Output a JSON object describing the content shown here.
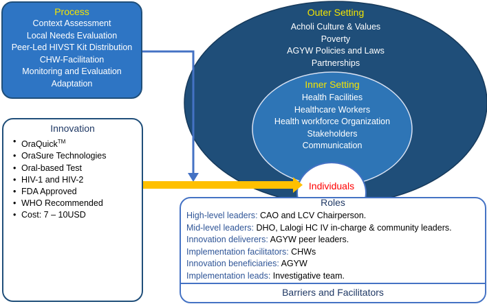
{
  "process": {
    "title": "Process",
    "items": [
      "Context Assessment",
      "Local Needs Evaluation",
      "Peer-Led HIVST Kit Distribution",
      "CHW-Facilitation",
      "Monitoring and Evaluation",
      "Adaptation"
    ]
  },
  "innovation": {
    "title": "Innovation",
    "items": [
      {
        "text": "OraQuick",
        "sup": "TM"
      },
      {
        "text": "OraSure Technologies",
        "sup": ""
      },
      {
        "text": "Oral-based Test",
        "sup": ""
      },
      {
        "text": "HIV-1 and HIV-2",
        "sup": ""
      },
      {
        "text": "FDA Approved",
        "sup": ""
      },
      {
        "text": "WHO Recommended",
        "sup": ""
      },
      {
        "text": "Cost: 7 – 10USD",
        "sup": ""
      }
    ]
  },
  "outer_setting": {
    "title": "Outer Setting",
    "items": [
      "Acholi Culture & Values",
      "Poverty",
      "AGYW Policies and Laws",
      "Partnerships"
    ]
  },
  "inner_setting": {
    "title": "Inner Setting",
    "items": [
      "Health Facilities",
      "Healthcare Workers",
      "Health workforce Organization",
      "Stakeholders",
      "Communication"
    ]
  },
  "individuals": {
    "title": "Individuals",
    "subtitle": "Roles",
    "roles": [
      {
        "label": "High-level leaders",
        "text": "CAO and LCV Chairperson."
      },
      {
        "label": "Mid-level leaders",
        "text": "DHO, Lalogi HC IV in-charge & community leaders."
      },
      {
        "label": "Innovation deliverers",
        "text": "AGYW peer leaders."
      },
      {
        "label": "Implementation facilitators",
        "text": "CHWs"
      },
      {
        "label": "Innovation beneficiaries",
        "text": "AGYW"
      },
      {
        "label": "Implementation leads",
        "text": "Investigative team."
      }
    ],
    "footer": "Barriers and Facilitators"
  },
  "colors": {
    "process_fill": "#2e75c4",
    "outer_fill": "#1f4e79",
    "inner_fill": "#2e75b6",
    "arrow_yellow": "#ffc000",
    "arrow_blue": "#4472c4",
    "title_yellow": "#f5e500",
    "label_blue": "#2f5597",
    "individuals_red": "#ff0000"
  }
}
